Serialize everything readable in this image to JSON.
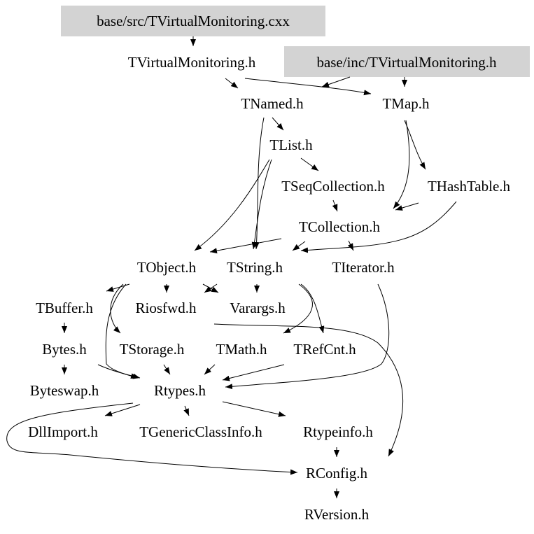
{
  "graph": {
    "colors": {
      "highlight_box": "#d3d3d3",
      "edge": "#000000"
    },
    "nodes": {
      "src_cxx": "base/src/TVirtualMonitoring.cxx",
      "tvm_h": "TVirtualMonitoring.h",
      "inc_h": "base/inc/TVirtualMonitoring.h",
      "tnamed": "TNamed.h",
      "tmap": "TMap.h",
      "tlist": "TList.h",
      "tseqcollection": "TSeqCollection.h",
      "thashtable": "THashTable.h",
      "tcollection": "TCollection.h",
      "tobject": "TObject.h",
      "tstring": "TString.h",
      "titerator": "TIterator.h",
      "tbuffer": "TBuffer.h",
      "riosfwd": "Riosfwd.h",
      "varargs": "Varargs.h",
      "bytes": "Bytes.h",
      "tstorage": "TStorage.h",
      "tmath": "TMath.h",
      "trefcnt": "TRefCnt.h",
      "byteswap": "Byteswap.h",
      "rtypes": "Rtypes.h",
      "dllimport": "DllImport.h",
      "tgenericclassinfo": "TGenericClassInfo.h",
      "rtypeinfo": "Rtypeinfo.h",
      "rconfig": "RConfig.h",
      "rversion": "RVersion.h"
    }
  }
}
